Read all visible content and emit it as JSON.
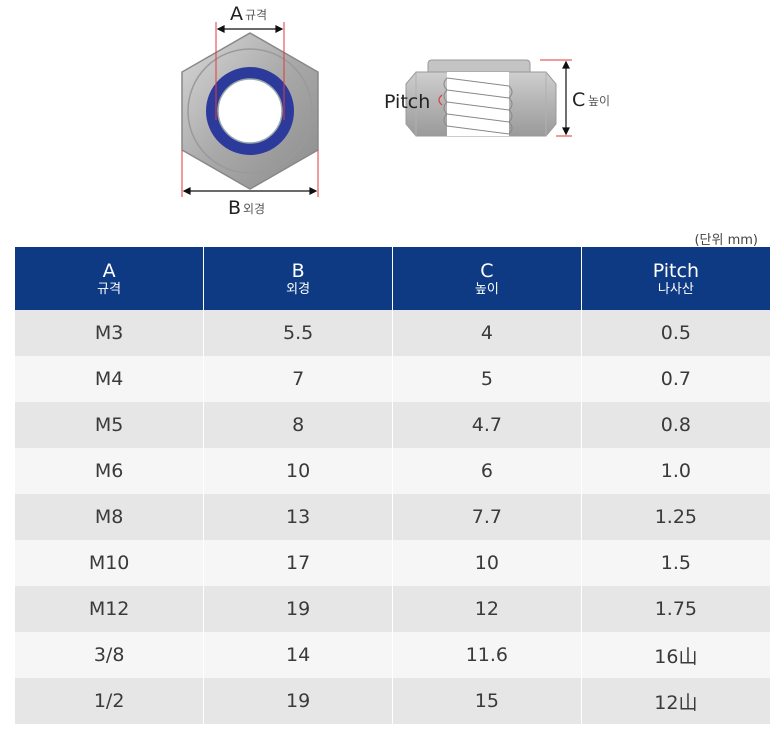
{
  "diagram": {
    "a_letter": "A",
    "a_word": "규격",
    "b_letter": "B",
    "b_word": "외경",
    "c_letter": "C",
    "c_word": "높이",
    "pitch_label": "Pitch"
  },
  "unit_note": "(단위 mm)",
  "table": {
    "headers": [
      {
        "top": "A",
        "sub": "규격"
      },
      {
        "top": "B",
        "sub": "외경"
      },
      {
        "top": "C",
        "sub": "높이"
      },
      {
        "top": "Pitch",
        "sub": "나사산"
      }
    ],
    "rows": [
      [
        "M3",
        "5.5",
        "4",
        "0.5"
      ],
      [
        "M4",
        "7",
        "5",
        "0.7"
      ],
      [
        "M5",
        "8",
        "4.7",
        "0.8"
      ],
      [
        "M6",
        "10",
        "6",
        "1.0"
      ],
      [
        "M8",
        "13",
        "7.7",
        "1.25"
      ],
      [
        "M10",
        "17",
        "10",
        "1.5"
      ],
      [
        "M12",
        "19",
        "12",
        "1.75"
      ],
      [
        "3/8",
        "14",
        "11.6",
        "16山"
      ],
      [
        "1/2",
        "19",
        "15",
        "12山"
      ]
    ]
  },
  "colors": {
    "header_bg": "#0e3a84",
    "dimension_line": "#e23a3a",
    "nylon_ring": "#2c3a9c",
    "row_odd": "#e6e6e6",
    "row_even": "#f6f6f6"
  }
}
